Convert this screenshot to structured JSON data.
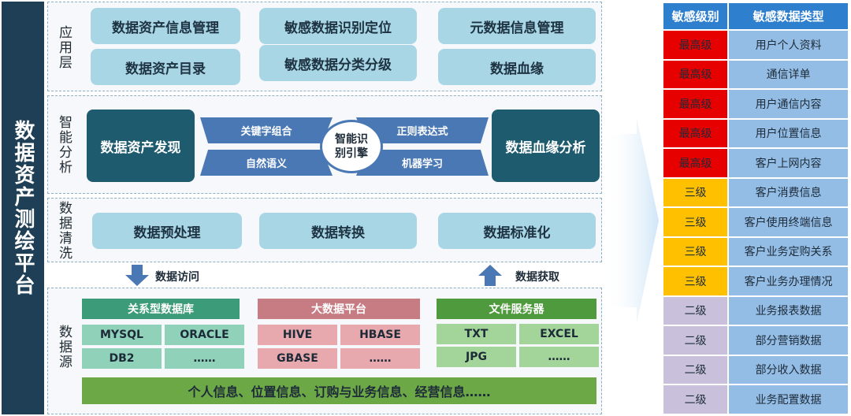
{
  "title": "数据资产测绘平台",
  "layers": {
    "app": {
      "label": "应用层",
      "items": [
        "数据资产信息管理",
        "敏感数据识别定位",
        "元数据信息管理",
        "数据资产目录",
        "敏感数据分类分级",
        "数据血缘"
      ]
    },
    "analysis": {
      "label": "智能分析",
      "left": "数据资产发现",
      "right": "数据血缘分析",
      "engine": "智能识别引擎",
      "methods": [
        "关键字组合",
        "正则表达式",
        "自然语义",
        "机器学习"
      ]
    },
    "cleaning": {
      "label": "数据清洗",
      "items": [
        "数据预处理",
        "数据转换",
        "数据标准化"
      ]
    },
    "flow": {
      "access": "数据访问",
      "acquire": "数据获取"
    },
    "source": {
      "label": "数据源",
      "groups": [
        {
          "title": "关系型数据库",
          "cells": [
            "MYSQL",
            "ORACLE",
            "DB2",
            "……"
          ]
        },
        {
          "title": "大数据平台",
          "cells": [
            "HIVE",
            "HBASE",
            "GBASE",
            "……"
          ]
        },
        {
          "title": "文件服务器",
          "cells": [
            "TXT",
            "EXCEL",
            "JPG",
            "……"
          ]
        }
      ],
      "info": "个人信息、位置信息、订购与业务信息、经营信息……"
    }
  },
  "table": {
    "headers": [
      "敏感级别",
      "敏感数据类型"
    ],
    "rows": [
      {
        "level": "最高级",
        "type": "用户个人资料"
      },
      {
        "level": "最高级",
        "type": "通信详单"
      },
      {
        "level": "最高级",
        "type": "用户通信内容"
      },
      {
        "level": "最高级",
        "type": "用户位置信息"
      },
      {
        "level": "最高级",
        "type": "客户上网内容"
      },
      {
        "level": "三级",
        "type": "客户消费信息"
      },
      {
        "level": "三级",
        "type": "客户使用终端信息"
      },
      {
        "level": "三级",
        "type": "客户业务定购关系"
      },
      {
        "level": "三级",
        "type": "客户业务办理情况"
      },
      {
        "level": "二级",
        "type": "业务报表数据"
      },
      {
        "level": "二级",
        "type": "部分营销数据"
      },
      {
        "level": "二级",
        "type": "部分收入数据"
      },
      {
        "level": "二级",
        "type": "业务配置数据"
      }
    ]
  },
  "colors": {
    "top": "#e60000",
    "level3": "#ffc000",
    "level2": "#c9c1dc",
    "header": "#2f7fcf"
  }
}
